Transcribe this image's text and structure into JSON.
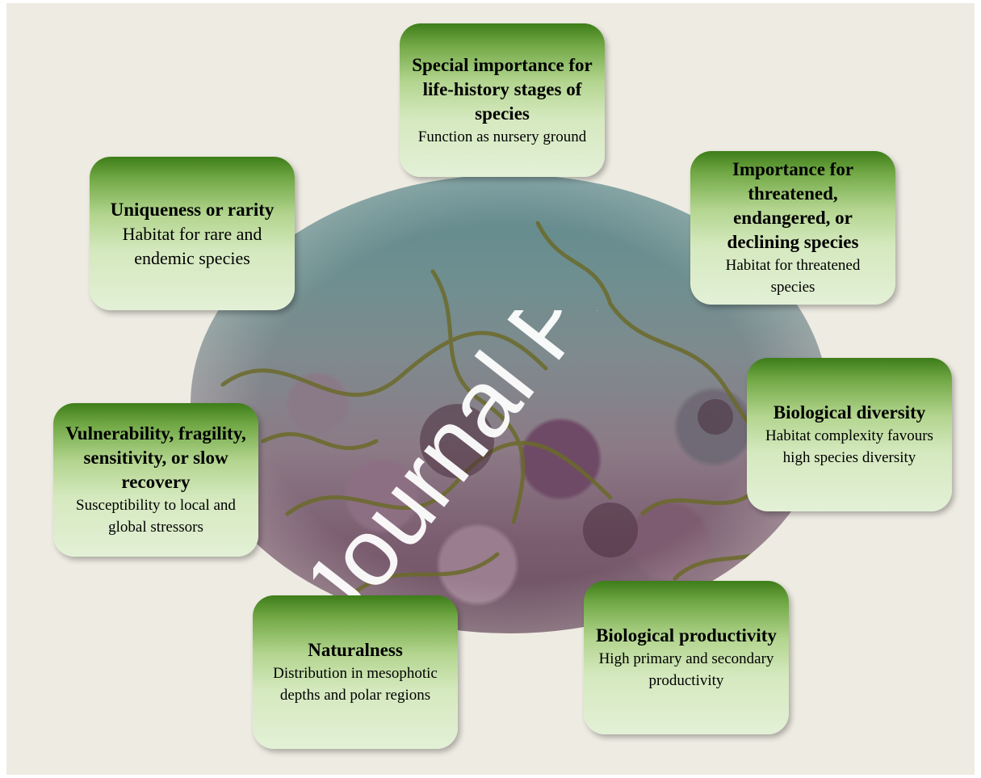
{
  "criteria": [
    {
      "title": "Special importance for life-history stages of species",
      "description": "Function as nursery ground"
    },
    {
      "title": "Uniqueness or rarity",
      "description": "Habitat for rare and endemic species"
    },
    {
      "title": "Importance for threatened, endangered, or declining species",
      "description": "Habitat for threatened species"
    },
    {
      "title": "Biological diversity",
      "description": "Habitat complexity favours high species diversity"
    },
    {
      "title": "Vulnerability, fragility, sensitivity, or slow recovery",
      "description": "Susceptibility to local and global stressors"
    },
    {
      "title": "Naturalness",
      "description": "Distribution in mesophotic depths and polar regions"
    },
    {
      "title": "Biological productivity",
      "description": "High primary and secondary productivity"
    }
  ],
  "watermark": "Journal Pre-proof",
  "colors": {
    "box_top": "#3d7d19",
    "box_bottom": "#e3f0d6",
    "background": "#eeebe2",
    "watermark": "#ffffff"
  }
}
